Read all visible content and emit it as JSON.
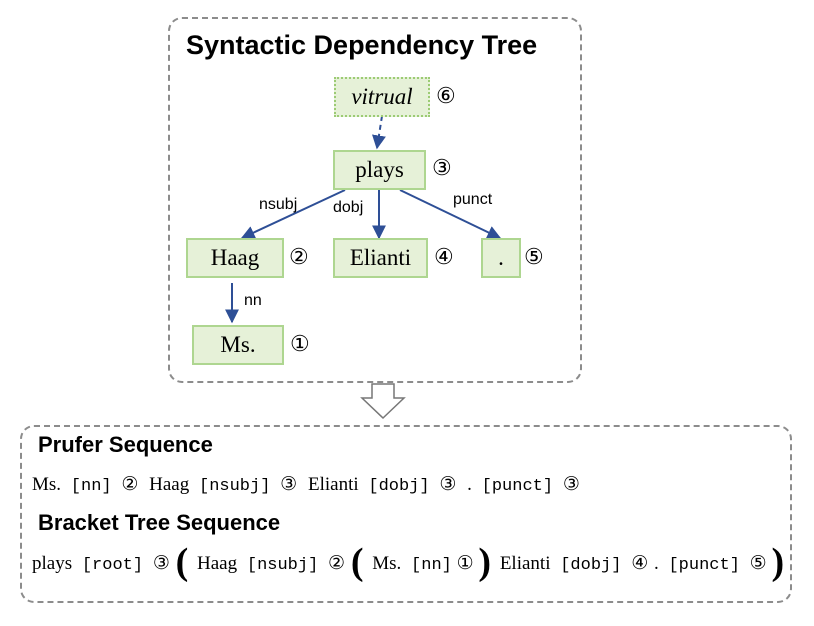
{
  "tree": {
    "title": "Syntactic Dependency Tree",
    "nodes": {
      "virtual": {
        "label": "vitrual",
        "index": "⑥"
      },
      "plays": {
        "label": "plays",
        "index": "③"
      },
      "haag": {
        "label": "Haag",
        "index": "②"
      },
      "elianti": {
        "label": "Elianti",
        "index": "④"
      },
      "punct": {
        "label": ".",
        "index": "⑤"
      },
      "ms": {
        "label": "Ms.",
        "index": "①"
      }
    },
    "relations": {
      "nsubj": "nsubj",
      "dobj": "dobj",
      "punct": "punct",
      "nn": "nn"
    },
    "edge_color": "#2e4f96"
  },
  "prufer": {
    "title": "Prufer Sequence",
    "tokens": [
      "Ms.",
      "[nn]",
      "②",
      "Haag",
      "[nsubj]",
      "③",
      "Elianti",
      "[dobj]",
      "③",
      ".",
      "[punct]",
      "③"
    ]
  },
  "bracket": {
    "title": "Bracket Tree Sequence",
    "tokens": [
      "plays",
      "[root]",
      "③",
      "(",
      "Haag",
      "[nsubj]",
      "②",
      "(",
      "Ms.",
      "[nn]",
      "①",
      ")",
      "Elianti",
      "[dobj]",
      "④",
      ".",
      "[punct]",
      "⑤",
      ")"
    ]
  },
  "colors": {
    "node_fill": "#e6f1d8",
    "node_border": "#aed690",
    "panel_border": "#8c8c8c"
  }
}
